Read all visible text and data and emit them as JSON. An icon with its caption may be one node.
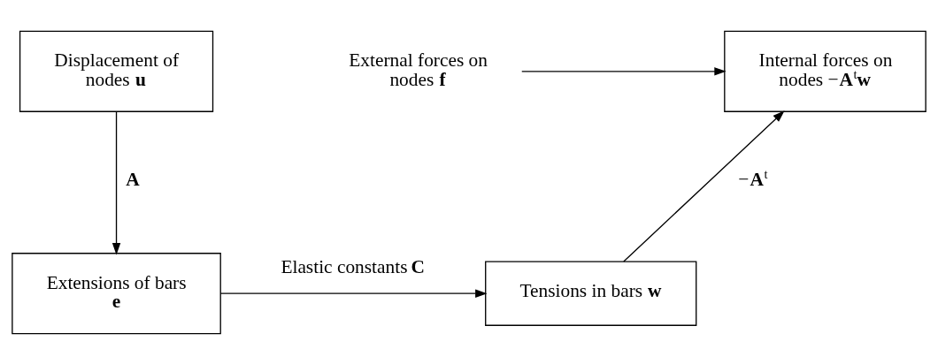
{
  "diagram": {
    "nodes": [
      {
        "text": [
          "Displacement of nodes **u**"
        ]
      },
      {
        "text": [
          "Internal forces on nodes −**A**$^{t}$**w**"
        ]
      },
      {
        "text": [
          "External forces on nodes **f**"
        ]
      },
      {
        "text": [
          "Extensions of bars **e**"
        ]
      },
      {
        "text": [
          "Tensions in bars **w**"
        ]
      }
    ],
    "edges": [
      {
        "from": 0,
        "to": 3,
        "arrow": "to",
        "label": "**A**"
      },
      {
        "from": 3,
        "to": 4,
        "arrow": "to",
        "label": "Elastic constants **C**"
      },
      {
        "from": 4,
        "to": 1,
        "arrow": "to",
        "label": "−**A**$^{t}$"
      },
      {
        "from": 2,
        "to": 1,
        "arrow": "to"
      }
    ]
  }
}
